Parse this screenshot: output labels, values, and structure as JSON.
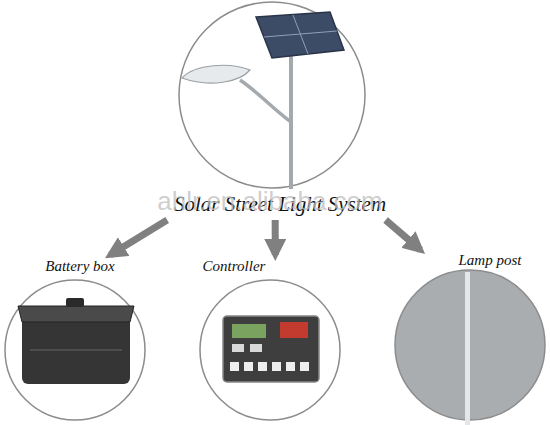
{
  "diagram": {
    "nodes": [
      {
        "text": [
          "Solar Street Light System"
        ]
      },
      {
        "text": [
          "Battery box"
        ]
      },
      {
        "text": [
          "Controller"
        ]
      },
      {
        "text": [
          "Lamp post"
        ]
      }
    ],
    "edges": [
      {
        "from": 0,
        "to": 1,
        "arrow": "to"
      },
      {
        "from": 0,
        "to": 2,
        "arrow": "to"
      },
      {
        "from": 0,
        "to": 3,
        "arrow": "to"
      }
    ],
    "labels": [
      "ahlr.en.alibaba.com"
    ]
  }
}
